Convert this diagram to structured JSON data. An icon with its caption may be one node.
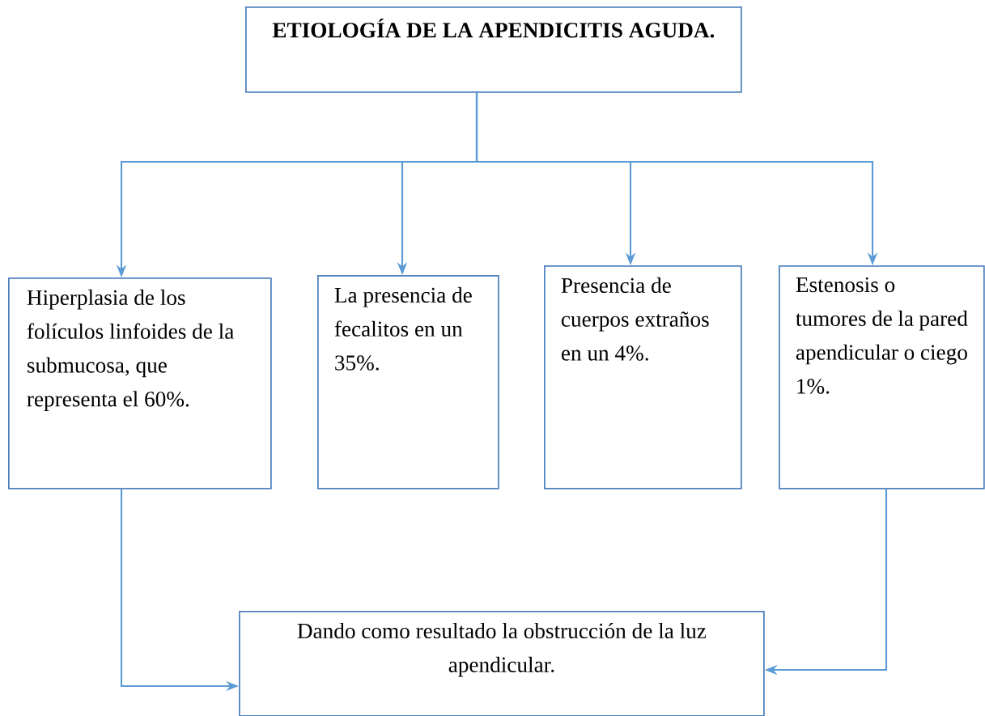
{
  "diagram": {
    "nodes": [
      {
        "text": [
          "ETIOLOGÍA DE LA APENDICITIS AGUDA."
        ]
      },
      {
        "text": [
          "Hiperplasia de los folículos linfoides de la submucosa, que representa el 60%."
        ]
      },
      {
        "text": [
          "La presencia de fecalitos en un 35%."
        ]
      },
      {
        "text": [
          "Presencia de cuerpos extraños en un 4%."
        ]
      },
      {
        "text": [
          "Estenosis o tumores de la pared apendicular o ciego 1%."
        ]
      },
      {
        "text": [
          "Dando como resultado la obstrucción de la luz apendicular."
        ]
      }
    ],
    "edges": [
      {
        "from": 0,
        "to": 1,
        "arrow": "to"
      },
      {
        "from": 0,
        "to": 2,
        "arrow": "to"
      },
      {
        "from": 0,
        "to": 3,
        "arrow": "to"
      },
      {
        "from": 0,
        "to": 4,
        "arrow": "to"
      },
      {
        "from": 1,
        "to": 5,
        "arrow": "to"
      },
      {
        "from": 4,
        "to": 5,
        "arrow": "to"
      }
    ]
  }
}
